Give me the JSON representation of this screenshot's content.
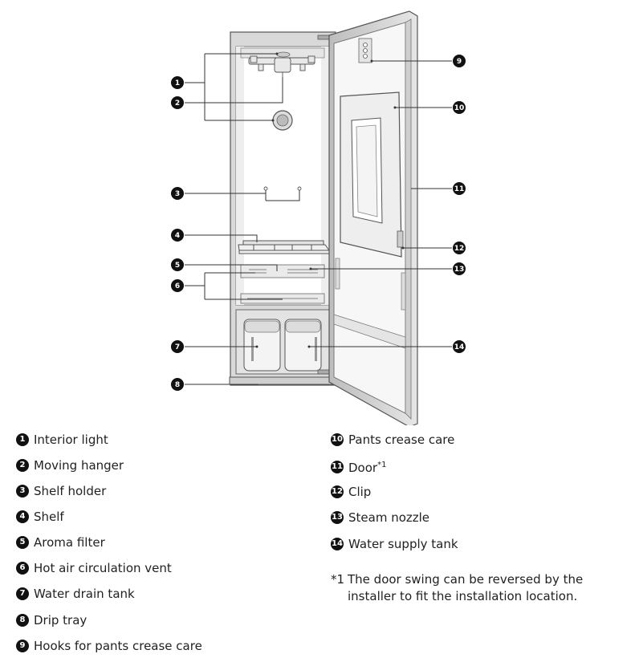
{
  "callouts": [
    {
      "num": "1",
      "label": "Interior light"
    },
    {
      "num": "2",
      "label": "Moving hanger"
    },
    {
      "num": "3",
      "label": "Shelf holder"
    },
    {
      "num": "4",
      "label": "Shelf"
    },
    {
      "num": "5",
      "label": "Aroma filter"
    },
    {
      "num": "6",
      "label": "Hot air circulation vent"
    },
    {
      "num": "7",
      "label": "Water drain tank"
    },
    {
      "num": "8",
      "label": "Drip tray"
    },
    {
      "num": "9",
      "label": "Hooks for pants crease care"
    },
    {
      "num": "10",
      "label": "Pants crease care"
    },
    {
      "num": "11",
      "label": "Door",
      "sup": "*1"
    },
    {
      "num": "12",
      "label": "Clip"
    },
    {
      "num": "13",
      "label": "Steam nozzle"
    },
    {
      "num": "14",
      "label": "Water supply tank"
    }
  ],
  "footnote": {
    "mark": "*1",
    "text": "The door swing can be reversed by the installer to fit the installation location."
  },
  "colors": {
    "line": "#333333",
    "badge": "#111111",
    "panel": "#d4d4d4",
    "interior": "#ffffff"
  }
}
